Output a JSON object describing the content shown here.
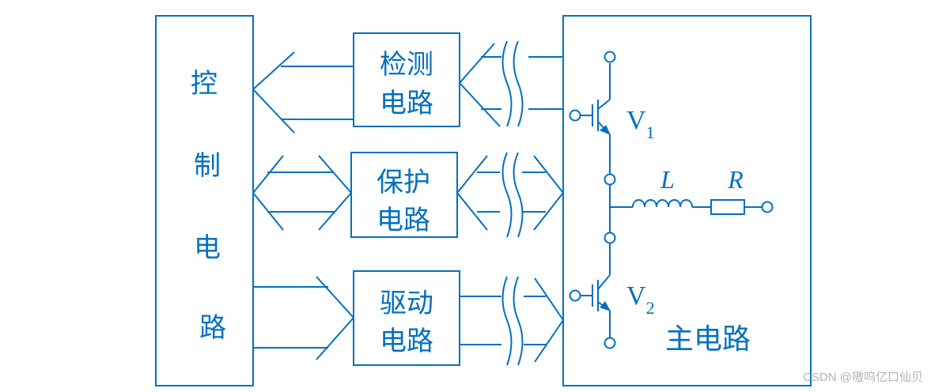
{
  "colors": {
    "stroke": "#0070c0",
    "watermark": "#b4b4b4",
    "background": "#ffffff"
  },
  "control": {
    "chars": [
      "控",
      "制",
      "电",
      "路"
    ]
  },
  "blocks": {
    "detect": {
      "line1": "检测",
      "line2": "电路"
    },
    "protect": {
      "line1": "保护",
      "line2": "电路"
    },
    "drive": {
      "line1": "驱动",
      "line2": "电路"
    }
  },
  "main": {
    "title": "主电路",
    "v1": {
      "letter": "V",
      "sub": "1"
    },
    "v2": {
      "letter": "V",
      "sub": "2"
    },
    "inductor": "L",
    "resistor": "R"
  },
  "watermark": "CSDN @嗷呜亿口仙贝"
}
